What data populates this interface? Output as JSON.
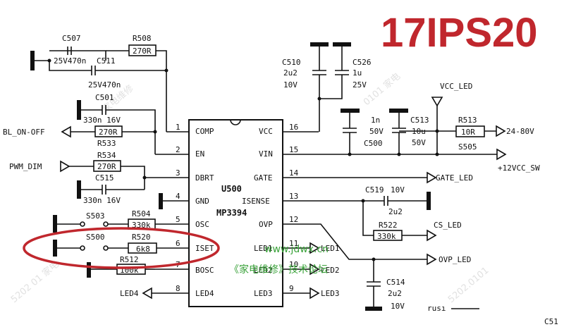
{
  "title": "17IPS20",
  "ic": {
    "ref": "U500",
    "part": "MP3394"
  },
  "pins": {
    "p1": {
      "num": "1",
      "name": "COMP"
    },
    "p2": {
      "num": "2",
      "name": "EN"
    },
    "p3": {
      "num": "3",
      "name": "DBRT"
    },
    "p4": {
      "num": "4",
      "name": "GND"
    },
    "p5": {
      "num": "5",
      "name": "OSC"
    },
    "p6": {
      "num": "6",
      "name": "ISET"
    },
    "p7": {
      "num": "7",
      "name": "BOSC"
    },
    "p8": {
      "num": "8",
      "name": "LED4"
    },
    "p16": {
      "num": "16",
      "name": "VCC"
    },
    "p15": {
      "num": "15",
      "name": "VIN"
    },
    "p14": {
      "num": "14",
      "name": "GATE"
    },
    "p13": {
      "num": "13",
      "name": "ISENSE"
    },
    "p12": {
      "num": "12",
      "name": "OVP"
    },
    "p11": {
      "num": "11",
      "name": "LED1"
    },
    "p10": {
      "num": "10",
      "name": "LED2"
    },
    "p9": {
      "num": "9",
      "name": "LED3"
    }
  },
  "components": {
    "c507": "C507",
    "c507_val": "25V470n",
    "c511": "C511",
    "c511_val": "25V470n",
    "r508": "R508",
    "r508_val": "270R",
    "c501": "C501",
    "c501_val": "330n 16V",
    "r533_val": "270R",
    "r533": "R533",
    "r534": "R534",
    "r534_val": "270R",
    "c515": "C515",
    "c515_val": "330n 16V",
    "s503": "S503",
    "r504": "R504",
    "r504_val": "330k",
    "s500": "S500",
    "r520": "R520",
    "r520_val": "6k8",
    "r512": "R512",
    "r512_val": "100k",
    "c510": "C510",
    "c510_v1": "2u2",
    "c510_v2": "10V",
    "c526": "C526",
    "c526_v1": "1u",
    "c526_v2": "25V",
    "c500_v1": "1n",
    "c500_v2": "50V",
    "c500": "C500",
    "c513": "C513",
    "c513_v1": "10u",
    "c513_v2": "50V",
    "r513": "R513",
    "r513_val": "10R",
    "s505": "S505",
    "c519": "C519",
    "c519_val": "10V",
    "c519_v2": "2u2",
    "r522": "R522",
    "r522_val": "330k",
    "c514": "C514",
    "c514_v1": "2u2",
    "c514_v2": "10V"
  },
  "nets": {
    "bl_on_off": "BL_ON-OFF",
    "pwm_dim": "PWM_DIM",
    "vcc_led": "VCC_LED",
    "v24_80": "24-80V",
    "v12_sw": "+12VCC_SW",
    "gate_led": "GATE_LED",
    "cs_led": "CS_LED",
    "ovp_led": "OVP_LED",
    "led1": "LED1",
    "led2": "LED2",
    "led3": "LED3",
    "led4": "LED4"
  },
  "watermark": {
    "url": "www.jdwx.cn",
    "forum": "《家电维修》技术论坛"
  },
  "corner": {
    "partial1": "rusı",
    "partial2": "C51"
  },
  "colors": {
    "title": "#c0272d",
    "watermark": "#3aa23a",
    "highlight": "#c0272d"
  }
}
